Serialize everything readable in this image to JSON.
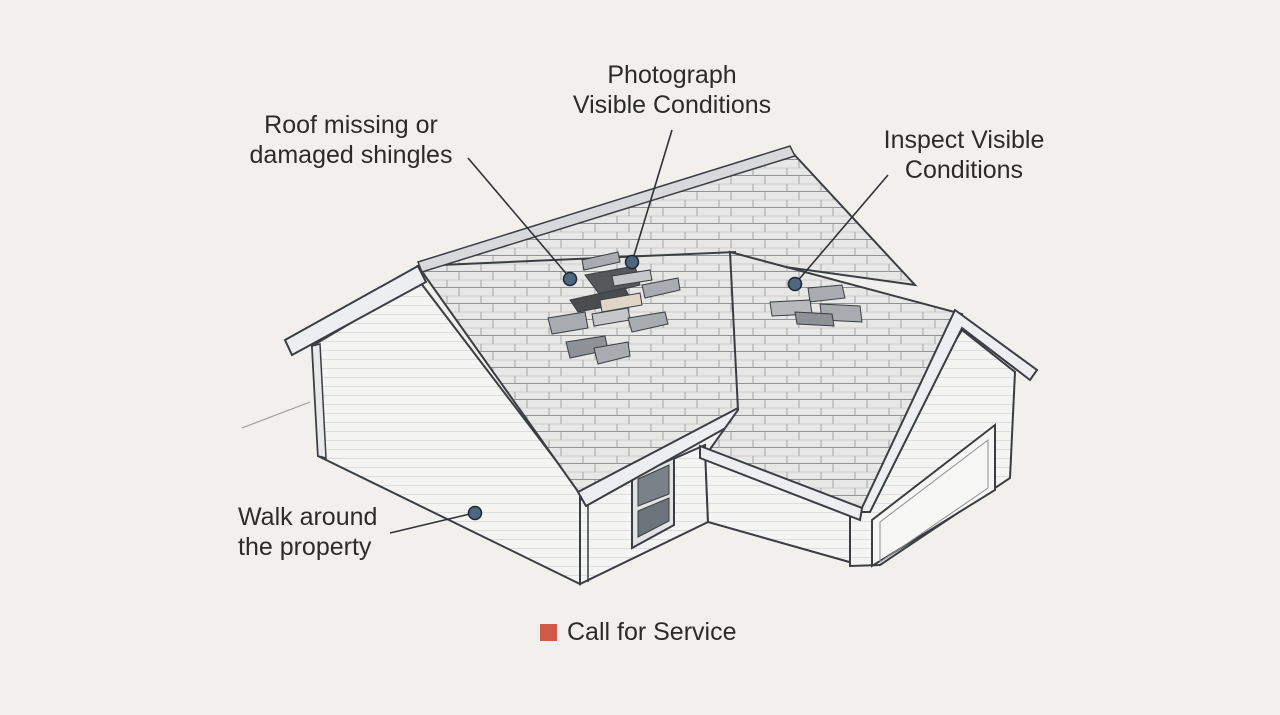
{
  "callouts": {
    "roof_missing": {
      "line1": "Roof missing or",
      "line2": "damaged shingles"
    },
    "photograph": {
      "line1": "Photograph",
      "line2": "Visible Conditions"
    },
    "inspect": {
      "line1": "Inspect Visible",
      "line2": "Conditions"
    },
    "walk_around": {
      "line1": "Walk around",
      "line2": "the property"
    }
  },
  "legend": {
    "label": "Call for Service",
    "swatch_color": "#cf5a47"
  },
  "colors": {
    "background": "#f1f0ec",
    "outline": "#3a3d42",
    "marker": "#4d6780",
    "roof": "#e6e6e4",
    "wall": "#f3f3f1",
    "missing_shingle": "#55575b",
    "damaged_shingle": "#a8abb0"
  }
}
